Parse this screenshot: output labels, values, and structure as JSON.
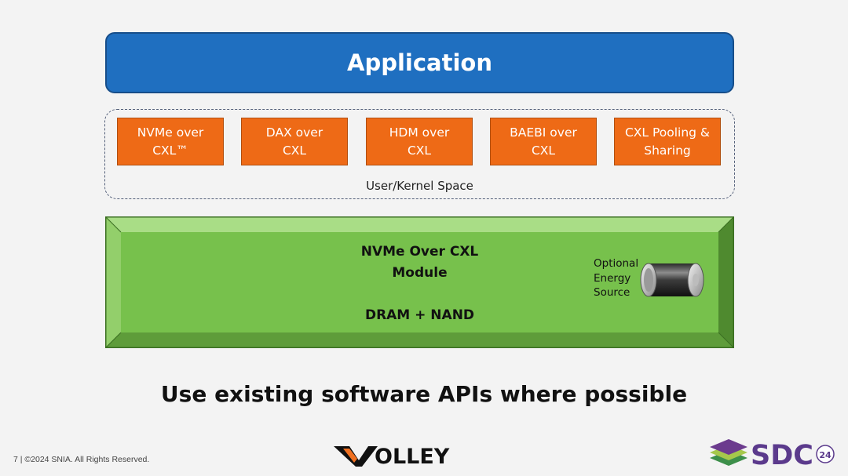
{
  "application": {
    "label": "Application"
  },
  "interfaces": [
    {
      "line1": "NVMe over",
      "line2": "CXL™"
    },
    {
      "line1": "DAX over",
      "line2": "CXL"
    },
    {
      "line1": "HDM over",
      "line2": "CXL"
    },
    {
      "line1": "BAEBI over",
      "line2": "CXL"
    },
    {
      "line1": "CXL Pooling &",
      "line2": "Sharing"
    }
  ],
  "space": {
    "label": "User/Kernel Space"
  },
  "module": {
    "title_line1": "NVMe Over CXL",
    "title_line2": "Module",
    "memory": "DRAM + NAND",
    "energy_line1": "Optional",
    "energy_line2": "Energy",
    "energy_line3": "Source",
    "energy_icon": "battery-icon"
  },
  "tagline": "Use existing software APIs where possible",
  "footer": {
    "note": "7 | ©2024 SNIA. All Rights Reserved.",
    "logo_left": "OLLEY",
    "logo_right": "SDC",
    "logo_right_badge": "24"
  },
  "colors": {
    "application": "#1f6fc0",
    "interface": "#ee6a16",
    "module": "#77c14c"
  }
}
